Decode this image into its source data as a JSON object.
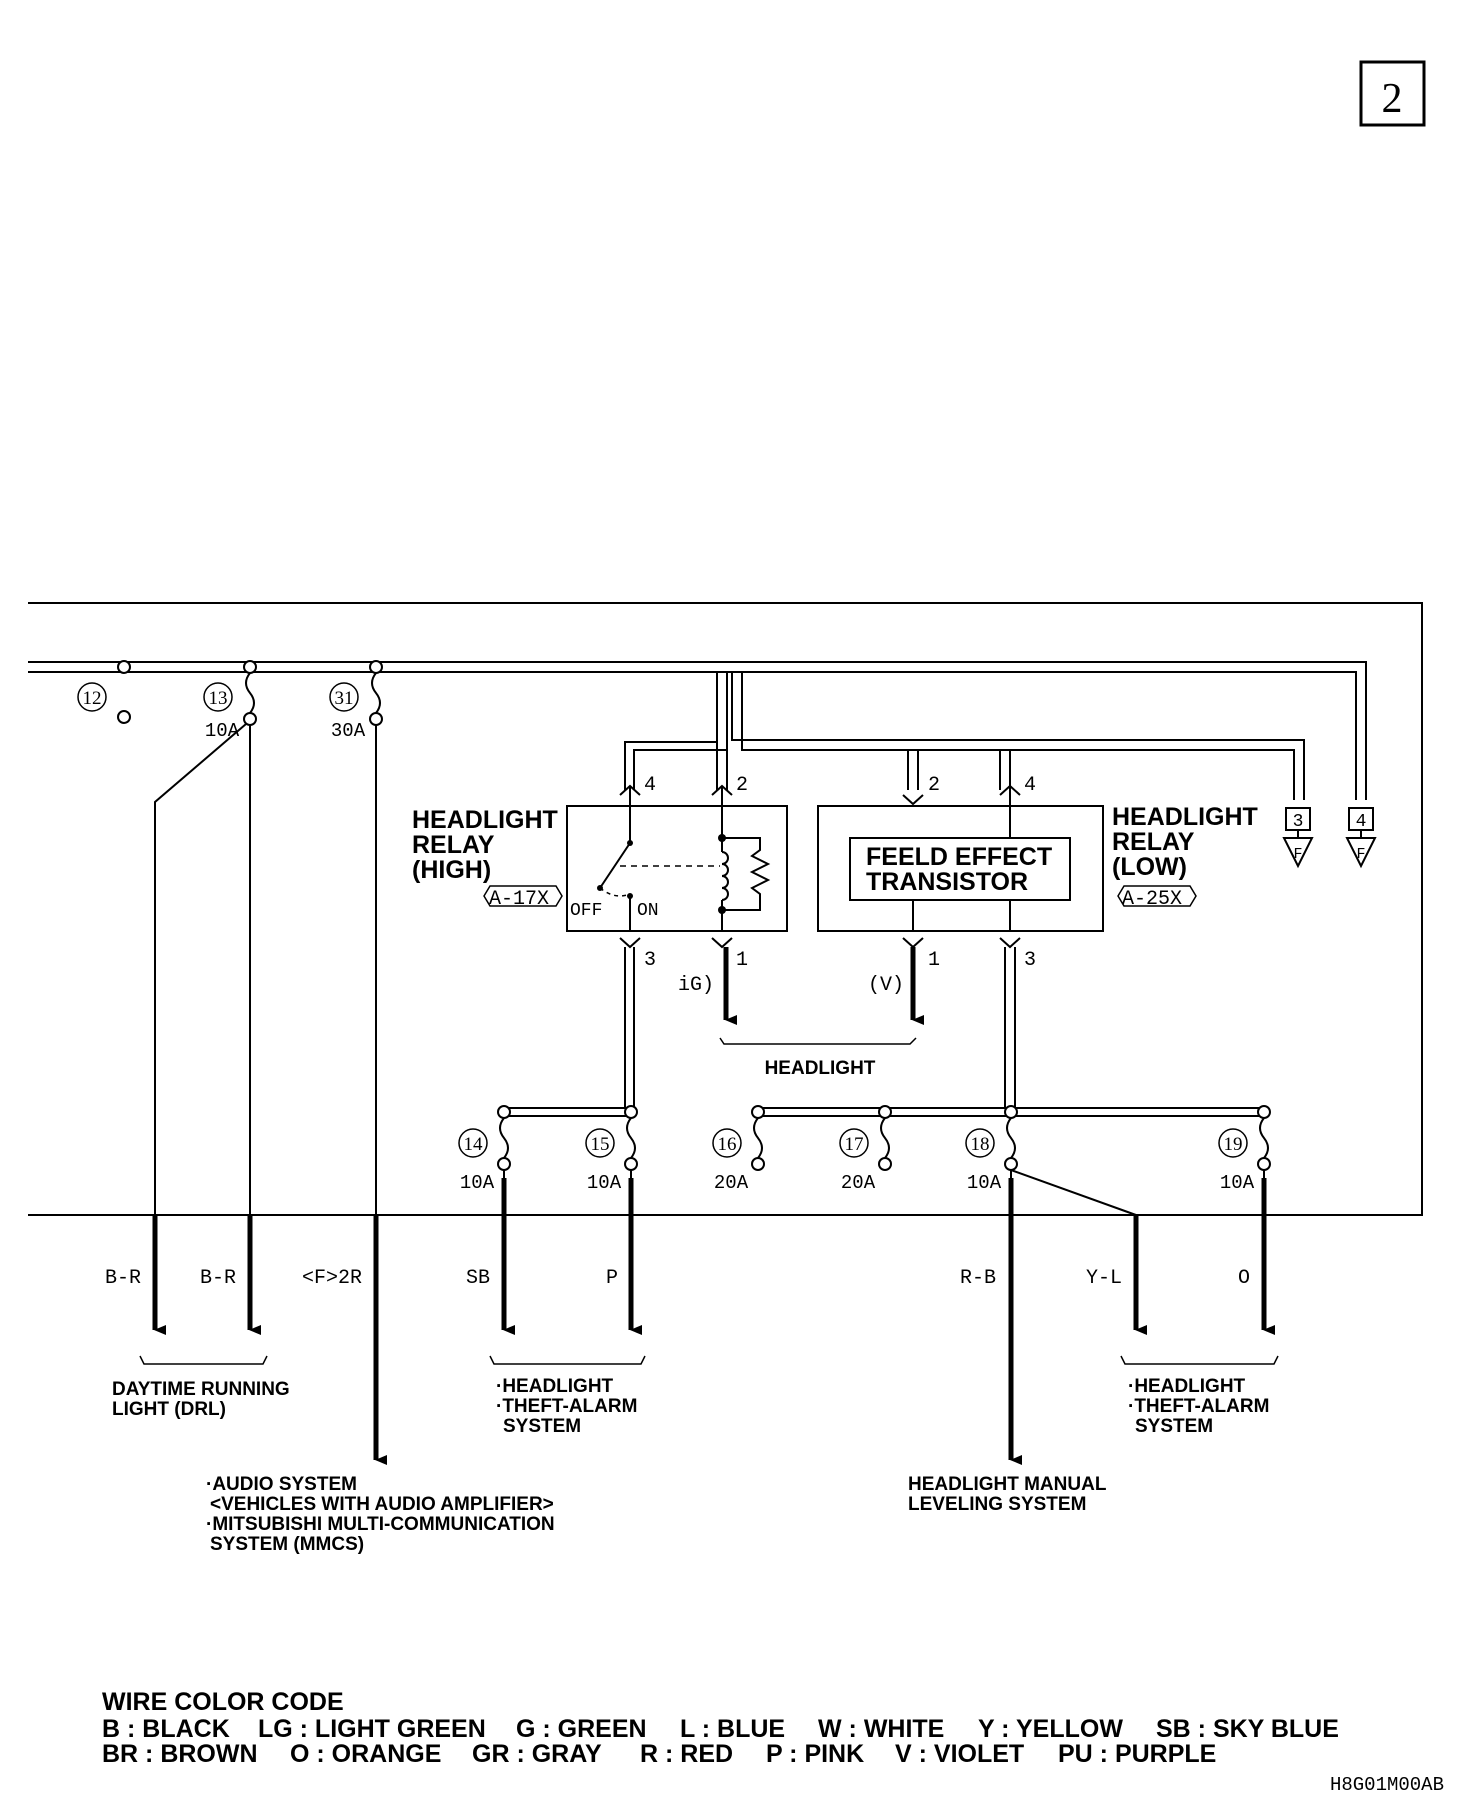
{
  "page_number": "2",
  "drawing_code": "H8G01M00AB",
  "relay_high": {
    "title": [
      "HEADLIGHT",
      "RELAY",
      "(HIGH)"
    ],
    "connector": "A-17X",
    "pins": {
      "p4": "4",
      "p2": "2",
      "p3": "3",
      "p1": "1"
    },
    "switch_off": "OFF",
    "switch_on": "ON",
    "ig_label": "iG)"
  },
  "relay_low": {
    "title": [
      "HEADLIGHT",
      "RELAY",
      "(LOW)"
    ],
    "connector": "A-25X",
    "transistor": [
      "FEELD EFFECT",
      "TRANSISTOR"
    ],
    "pins": {
      "p2": "2",
      "p4": "4",
      "p1": "1",
      "p3": "3"
    },
    "v_label": "(V)"
  },
  "headlight_label": "HEADLIGHT",
  "fuses_top": [
    {
      "num": "12",
      "rating": ""
    },
    {
      "num": "13",
      "rating": "10A"
    },
    {
      "num": "31",
      "rating": "30A"
    }
  ],
  "fuses_bottom": [
    {
      "num": "14",
      "rating": "10A"
    },
    {
      "num": "15",
      "rating": "10A"
    },
    {
      "num": "16",
      "rating": "20A"
    },
    {
      "num": "17",
      "rating": "20A"
    },
    {
      "num": "18",
      "rating": "10A"
    },
    {
      "num": "19",
      "rating": "10A"
    }
  ],
  "connector_refs": [
    {
      "num": "3",
      "letter": "F"
    },
    {
      "num": "4",
      "letter": "F"
    }
  ],
  "wires": [
    "B-R",
    "B-R",
    "<F>2R",
    "SB",
    "P",
    "R-B",
    "Y-L",
    "O"
  ],
  "destinations": {
    "drl": [
      "DAYTIME RUNNING",
      "LIGHT (DRL)"
    ],
    "audio": [
      "·AUDIO SYSTEM",
      "<VEHICLES WITH AUDIO AMPLIFIER>",
      "·MITSUBISHI MULTI-COMMUNICATION",
      "SYSTEM (MMCS)"
    ],
    "theft_left": [
      "·HEADLIGHT",
      "·THEFT-ALARM",
      "SYSTEM"
    ],
    "leveling": [
      "HEADLIGHT MANUAL",
      "LEVELING SYSTEM"
    ],
    "theft_right": [
      "·HEADLIGHT",
      "·THEFT-ALARM",
      "SYSTEM"
    ]
  },
  "wire_color_code": {
    "title": "WIRE COLOR CODE",
    "row1": [
      "B : BLACK",
      "LG : LIGHT GREEN",
      "G : GREEN",
      "L : BLUE",
      "W : WHITE",
      "Y : YELLOW",
      "SB : SKY BLUE"
    ],
    "row2": [
      "BR : BROWN",
      "O : ORANGE",
      "GR : GRAY",
      "R : RED",
      "P : PINK",
      "V : VIOLET",
      "PU : PURPLE"
    ]
  }
}
